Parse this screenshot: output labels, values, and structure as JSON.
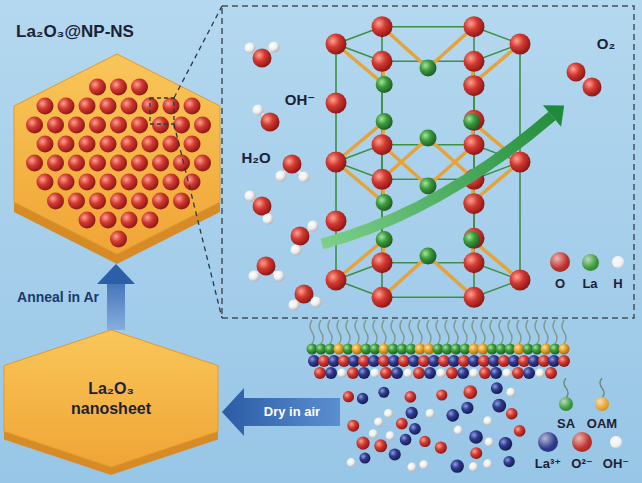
{
  "diagram": {
    "nodes": [
      {
        "text": [
          "La₂O₃@NP-NS"
        ]
      },
      {
        "text": [
          "La₂O₃ nanosheet"
        ]
      }
    ],
    "edges": [
      {
        "from": 1,
        "to": 0,
        "arrow": "to",
        "label": "Anneal in Ar"
      }
    ],
    "labels": [
      "OH⁻",
      "H₂O",
      "O₂",
      "Dry in air"
    ],
    "legend": [
      {
        "text": "O",
        "color": "#c0302b"
      },
      {
        "text": "La",
        "color": "#3b9a3c"
      },
      {
        "text": "H",
        "color": "#f2f2f2"
      },
      {
        "text": "SA",
        "color": "#3b9a3c"
      },
      {
        "text": "OAM",
        "color": "#e6a42c"
      },
      {
        "text": "La³⁺",
        "color": "#2f3a8e"
      },
      {
        "text": "O²⁻",
        "color": "#c0302b"
      },
      {
        "text": "OH⁻",
        "color": "#f2f2f2"
      }
    ]
  }
}
